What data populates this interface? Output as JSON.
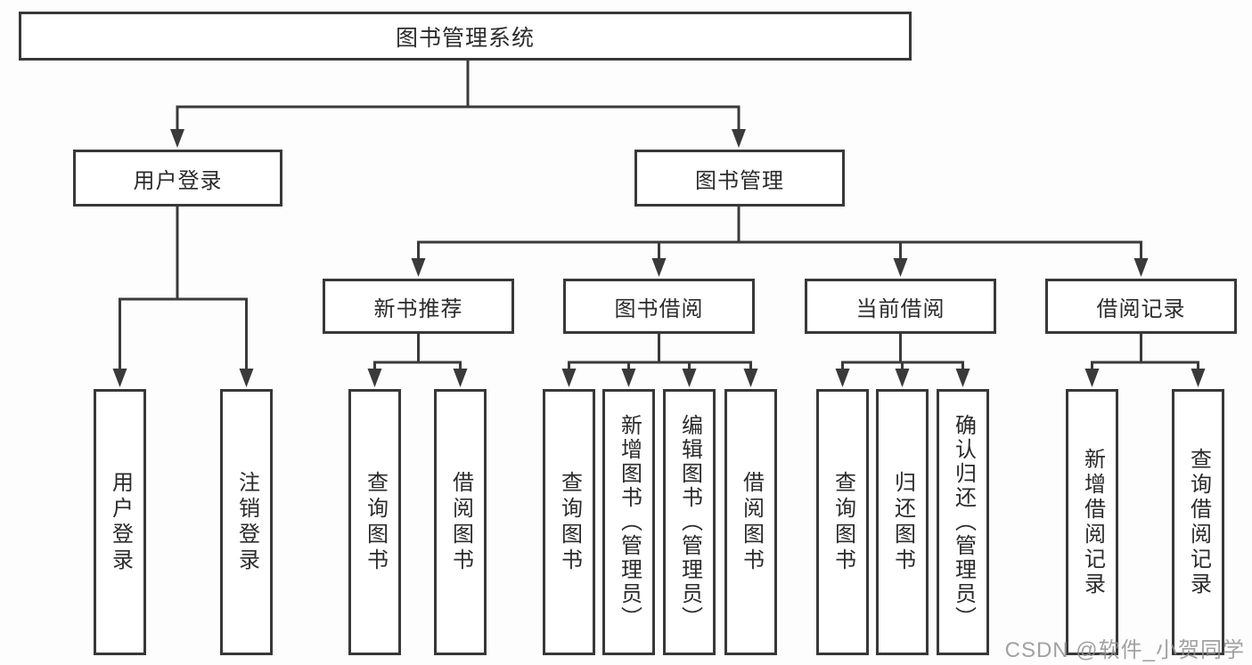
{
  "diagram_title": "图书管理系统",
  "colors": {
    "line": "#3a3a3a",
    "border": "#383838",
    "text": "#2b2b2b",
    "background": "#ffffff",
    "watermark": "#919191"
  },
  "root": {
    "label": "图书管理系统"
  },
  "level1": {
    "user_login": {
      "label": "用户登录"
    },
    "book_mgmt": {
      "label": "图书管理"
    }
  },
  "level2": {
    "new_book": {
      "label": "新书推荐"
    },
    "book_borrow": {
      "label": "图书借阅"
    },
    "current_borrow": {
      "label": "当前借阅"
    },
    "borrow_record": {
      "label": "借阅记录"
    }
  },
  "leaves": {
    "login": [
      "用户登录",
      "注销登录"
    ],
    "new_book": [
      "查询图书",
      "借阅图书"
    ],
    "book_borrow": [
      "查询图书",
      "新增图书（管理员）",
      "编辑图书（管理员）",
      "借阅图书"
    ],
    "current_borrow": [
      "查询图书",
      "归还图书",
      "确认归还（管理员）"
    ],
    "borrow_record": [
      "新增借阅记录",
      "查询借阅记录"
    ]
  },
  "watermark": "CSDN @软件_小贺同学"
}
